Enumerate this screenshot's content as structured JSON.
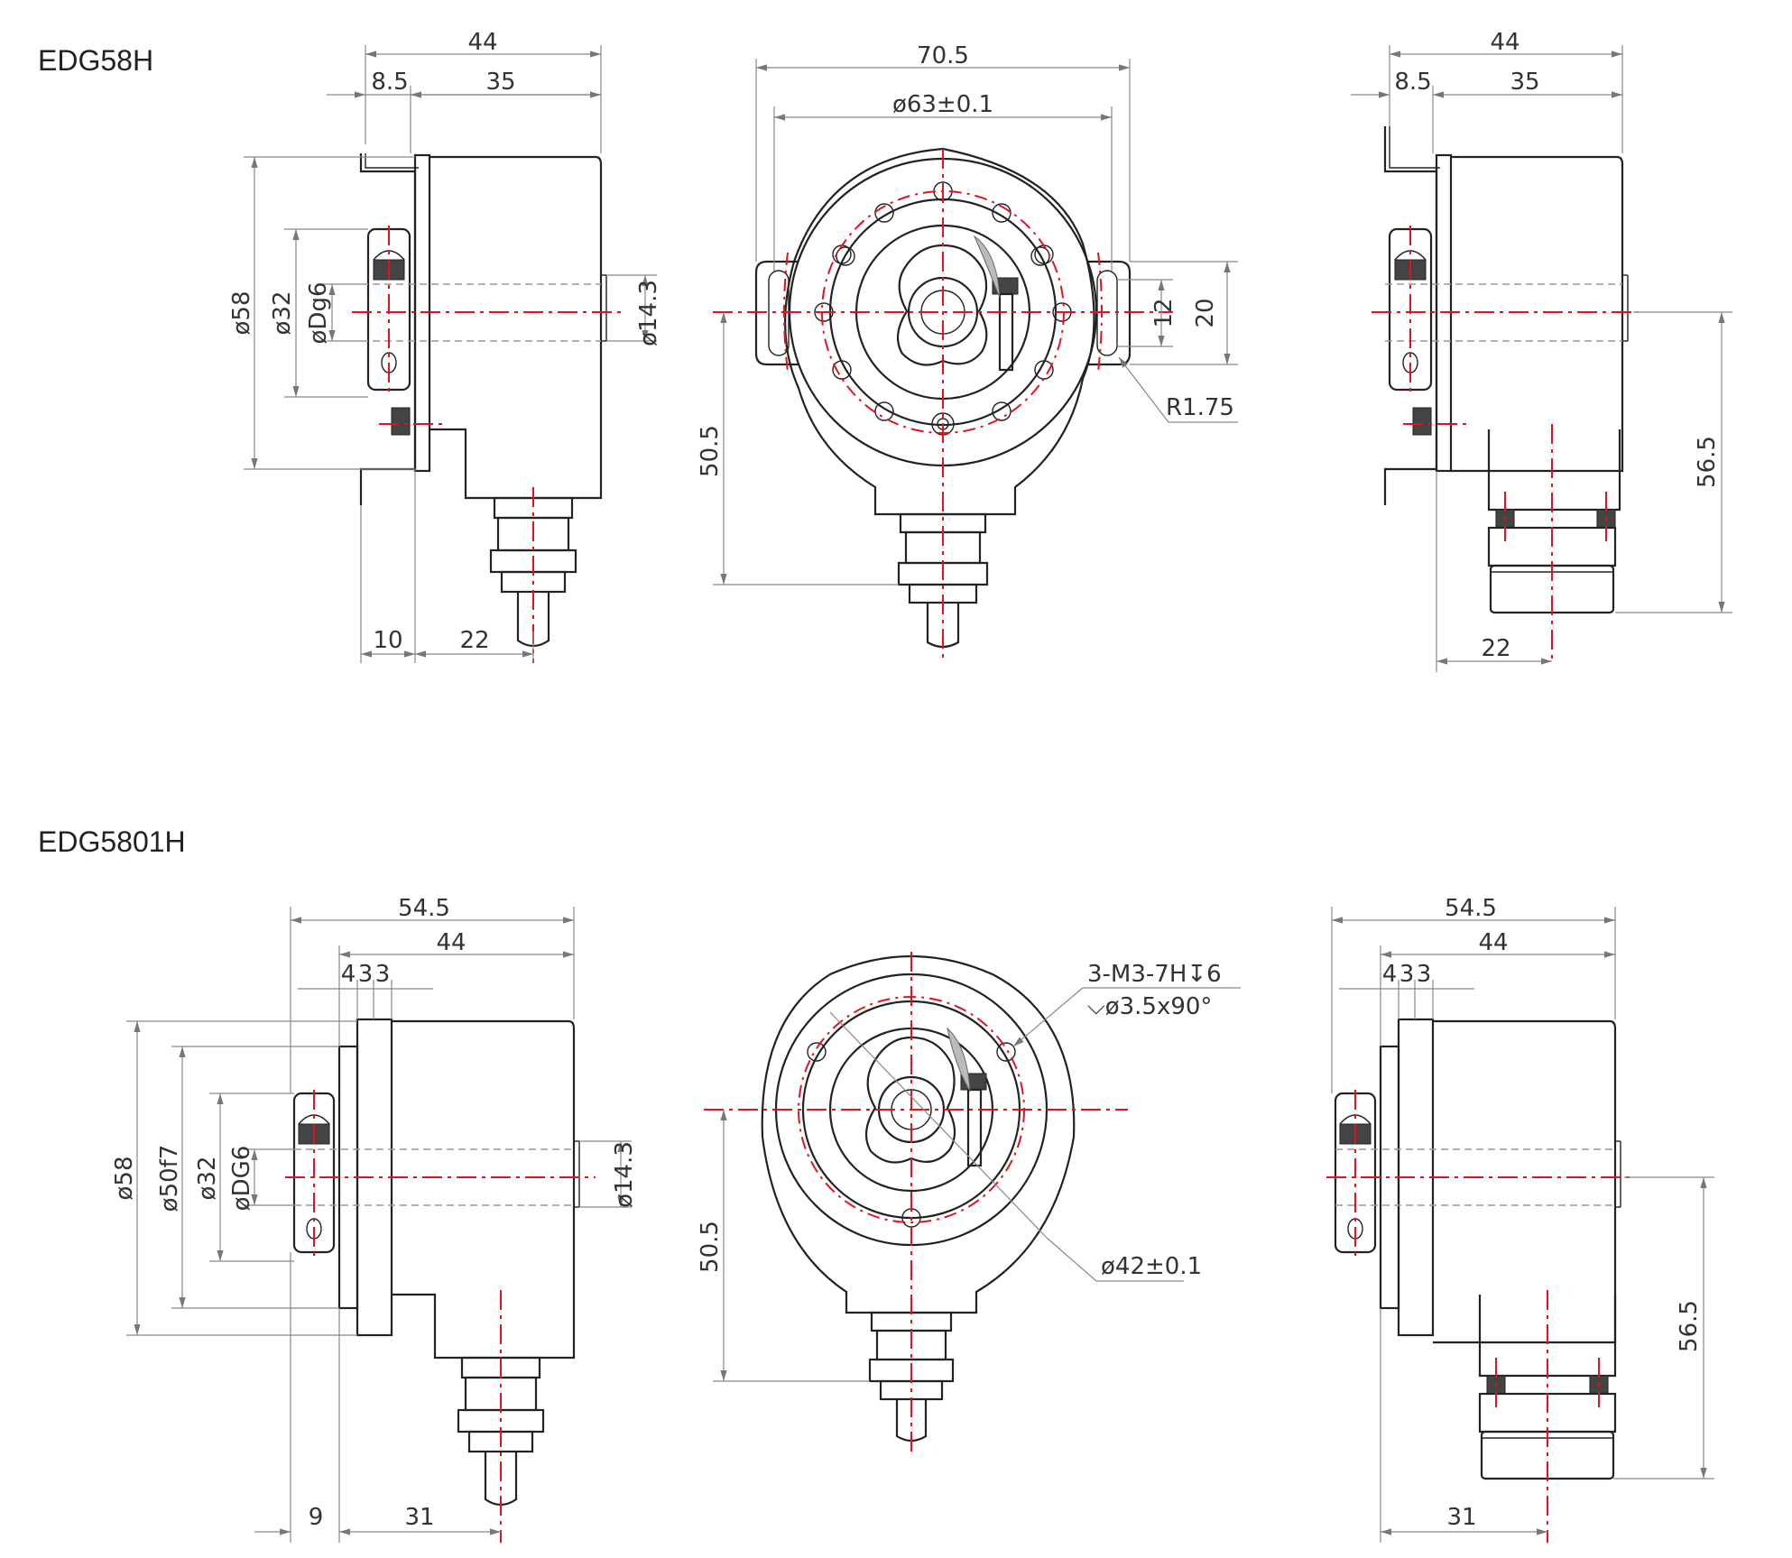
{
  "titles": {
    "top": "EDG58H",
    "bottom": "EDG5801H"
  },
  "top_side": {
    "width_total": "44",
    "flange": "8.5",
    "body_len": "35",
    "dia_outer": "ø58",
    "dia_32": "ø32",
    "dia_shaft": "øDg6",
    "dia_cap": "ø14.3",
    "clamp_offset": "10",
    "cable_offset": "22"
  },
  "top_front": {
    "width_total": "70.5",
    "pcd": "ø63±0.1",
    "slot_width": "12",
    "slot_len": "20",
    "radius": "R1.75",
    "height": "50.5"
  },
  "top_rear": {
    "width_total": "44",
    "flange": "8.5",
    "body_len": "35",
    "height": "56.5",
    "connector_offset": "22"
  },
  "bottom_side": {
    "width_total": "54.5",
    "body_len": "44",
    "flange_a": "4",
    "flange_b": "3",
    "flange_c": "3",
    "dia_outer": "ø58",
    "dia_spigot": "ø50f7",
    "dia_32": "ø32",
    "dia_shaft": "øDG6",
    "dia_cap": "ø14.3",
    "clamp_offset": "9",
    "cable_offset": "31"
  },
  "bottom_front": {
    "thread_note": "3-M3-7H↧6",
    "chamfer_note": "⌵ø3.5x90°",
    "pcd": "ø42±0.1",
    "height": "50.5"
  },
  "bottom_rear": {
    "width_total": "54.5",
    "body_len": "44",
    "flange_a": "4",
    "flange_b": "3",
    "flange_c": "3",
    "height": "56.5",
    "connector_offset": "31"
  },
  "colors": {
    "line": "#222222",
    "dimension": "#888888",
    "centerline": "#e0141e"
  }
}
